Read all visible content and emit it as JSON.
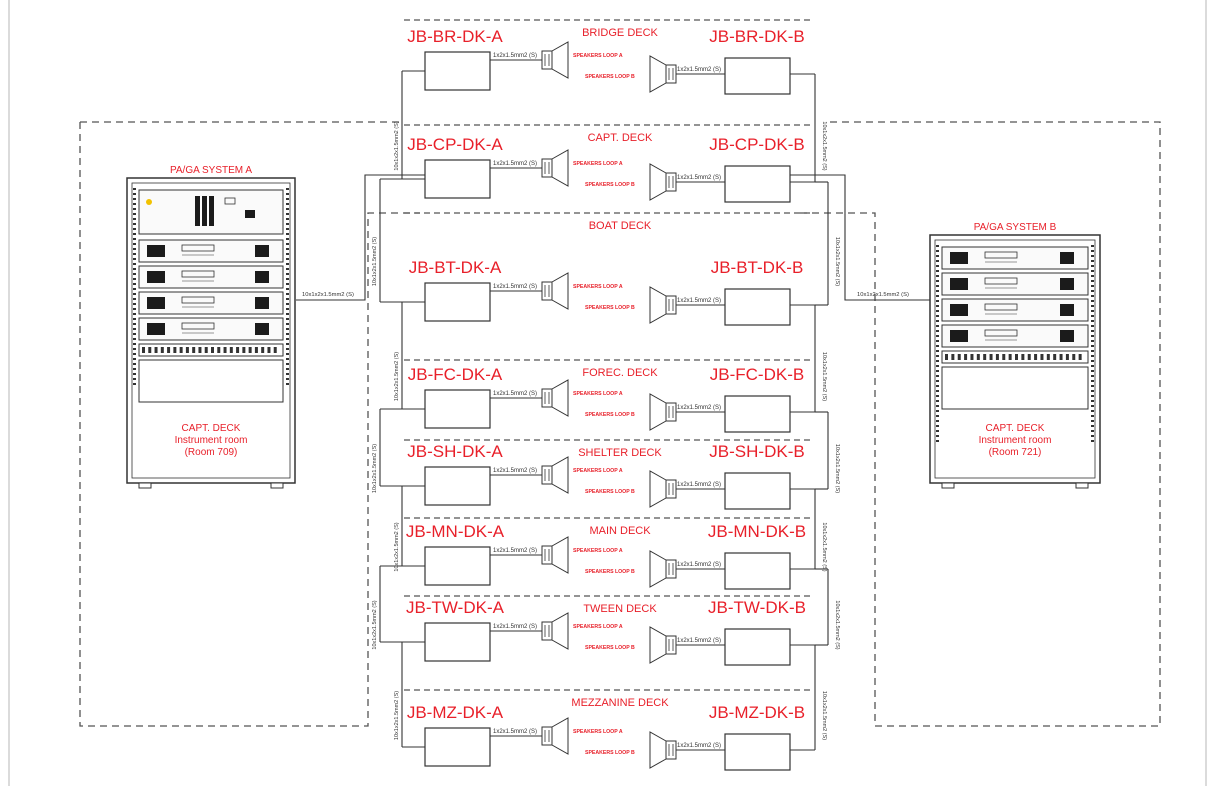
{
  "colors": {
    "label": "#e8202a",
    "line": "#333333",
    "dash": "#555555",
    "rackFill": "#f4f4f4",
    "panelDark": "#1b1b1b"
  },
  "systems": [
    {
      "id": "a",
      "title": "PA/GA SYSTEM A",
      "location": [
        "CAPT. DECK",
        "Instrument room",
        "(Room 709)"
      ],
      "cable": "10x1x2x1.5mm2 (S)"
    },
    {
      "id": "b",
      "title": "PA/GA SYSTEM B",
      "location": [
        "CAPT. DECK",
        "Instrument room",
        "(Room 721)"
      ],
      "cable": "10x1x2x1.5mm2 (S)"
    }
  ],
  "speaker_loop_a": "SPEAKERS LOOP A",
  "speaker_loop_b": "SPEAKERS LOOP B",
  "speaker_cable": "1x2x1.5mm2 (S)",
  "riser_cable": "10x1x2x1.5mm2 (S)",
  "decks": [
    {
      "name": "BRIDGE DECK",
      "jb_a": "JB-BR-DK-A",
      "jb_b": "JB-BR-DK-B"
    },
    {
      "name": "CAPT. DECK",
      "jb_a": "JB-CP-DK-A",
      "jb_b": "JB-CP-DK-B"
    },
    {
      "name": "BOAT DECK",
      "jb_a": "JB-BT-DK-A",
      "jb_b": "JB-BT-DK-B"
    },
    {
      "name": "FOREC. DECK",
      "jb_a": "JB-FC-DK-A",
      "jb_b": "JB-FC-DK-B"
    },
    {
      "name": "SHELTER DECK",
      "jb_a": "JB-SH-DK-A",
      "jb_b": "JB-SH-DK-B"
    },
    {
      "name": "MAIN DECK",
      "jb_a": "JB-MN-DK-A",
      "jb_b": "JB-MN-DK-B"
    },
    {
      "name": "TWEEN DECK",
      "jb_a": "JB-TW-DK-A",
      "jb_b": "JB-TW-DK-B"
    },
    {
      "name": "MEZZANINE DECK",
      "jb_a": "JB-MZ-DK-A",
      "jb_b": "JB-MZ-DK-B"
    }
  ]
}
